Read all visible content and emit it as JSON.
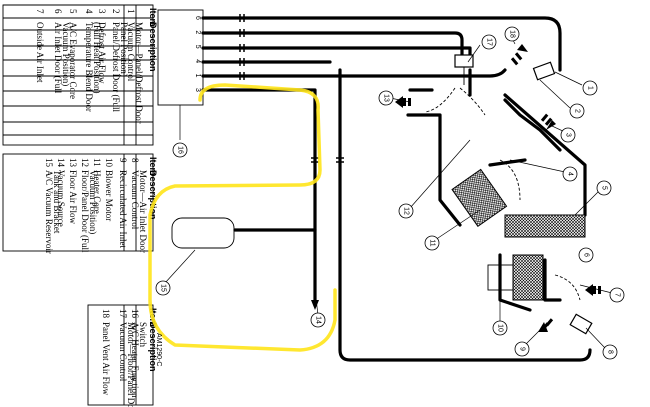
{
  "tables": {
    "top": {
      "item_header": "Item",
      "desc_header": "Description",
      "rows": [
        {
          "num": "1",
          "desc": "Vacuum Control Motor—Panel/Defrost Door"
        },
        {
          "num": "2",
          "desc": "Panel/Defrost Door (Full Panel Position)"
        },
        {
          "num": "3",
          "desc": "Defrost Air Flow"
        },
        {
          "num": "4",
          "desc": "Temperature Blend Door (Full Heat Position)"
        },
        {
          "num": "5",
          "desc": "A/C Evaporator Core"
        },
        {
          "num": "6",
          "desc": "Air Inlet Door (Full Vacuum Position)"
        },
        {
          "num": "7",
          "desc": "Outside Air Inlet"
        }
      ]
    },
    "middle": {
      "item_header": "Item",
      "desc_header": "Description",
      "rows": [
        {
          "num": "8",
          "desc": "Vacuum Control Motor—Air Inlet Door"
        },
        {
          "num": "9",
          "desc": "Recirculated Air Inlet"
        },
        {
          "num": "10",
          "desc": "Blower Motor"
        },
        {
          "num": "11",
          "desc": "Heater Core"
        },
        {
          "num": "12",
          "desc": "Floor/Panel Door (Full Vacuum Position)"
        },
        {
          "num": "13",
          "desc": "Floor Air Flow"
        },
        {
          "num": "14",
          "desc": "Vacuum Source"
        },
        {
          "num": "15",
          "desc": "A/C Vacuum Reservoir Tank and Bracket"
        }
      ]
    },
    "bottom": {
      "item_header": "Item",
      "desc_header": "Description",
      "rows": [
        {
          "num": "16",
          "desc": "A/C Heater Function Switch"
        },
        {
          "num": "17",
          "desc": "Vacuum Control Motor—Floor/Panel Door"
        },
        {
          "num": "18",
          "desc": "Panel Vent Air Flow"
        }
      ]
    }
  },
  "diagram": {
    "caption": "AM1290-C",
    "switch_ports": [
      "6",
      "2",
      "5",
      "4",
      "1",
      "3"
    ],
    "callouts": [
      "1",
      "2",
      "3",
      "4",
      "5",
      "6",
      "7",
      "8",
      "9",
      "10",
      "11",
      "12",
      "13",
      "14",
      "15",
      "16",
      "17",
      "18"
    ]
  }
}
